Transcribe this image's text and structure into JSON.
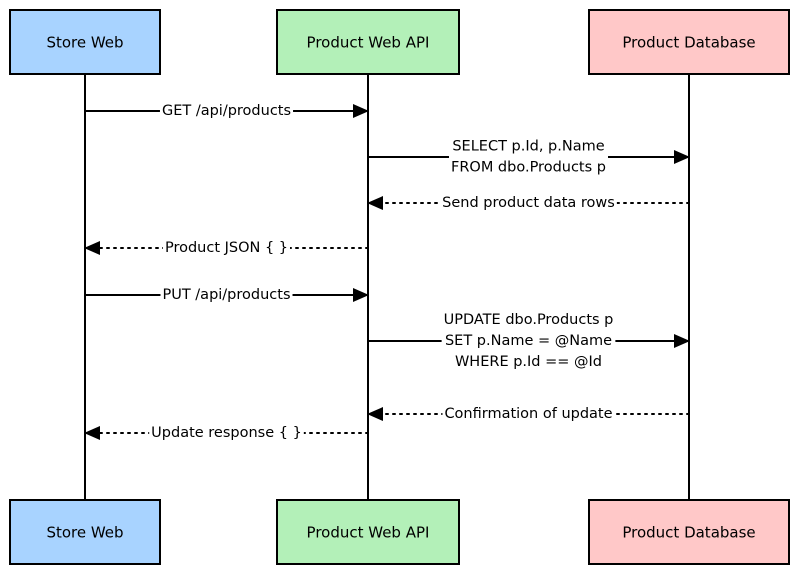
{
  "participants": [
    {
      "id": "store",
      "label": "Store Web",
      "color": "#a8d3ff"
    },
    {
      "id": "api",
      "label": "Product Web API",
      "color": "#b3f0b8"
    },
    {
      "id": "db",
      "label": "Product Database",
      "color": "#ffc8c8"
    }
  ],
  "messages": [
    {
      "from": "store",
      "to": "api",
      "style": "solid",
      "lines": [
        "GET /api/products"
      ]
    },
    {
      "from": "api",
      "to": "db",
      "style": "solid",
      "lines": [
        "SELECT p.Id, p.Name",
        "FROM dbo.Products p"
      ]
    },
    {
      "from": "db",
      "to": "api",
      "style": "dashed",
      "lines": [
        "Send product data rows"
      ]
    },
    {
      "from": "api",
      "to": "store",
      "style": "dashed",
      "lines": [
        "Product JSON { }"
      ]
    },
    {
      "from": "store",
      "to": "api",
      "style": "solid",
      "lines": [
        "PUT /api/products"
      ]
    },
    {
      "from": "api",
      "to": "db",
      "style": "solid",
      "lines": [
        "UPDATE dbo.Products p",
        "SET p.Name = @Name",
        "WHERE p.Id == @Id"
      ]
    },
    {
      "from": "db",
      "to": "api",
      "style": "dashed",
      "lines": [
        "Confirmation of update"
      ]
    },
    {
      "from": "api",
      "to": "store",
      "style": "dashed",
      "lines": [
        "Update response { }"
      ]
    }
  ]
}
